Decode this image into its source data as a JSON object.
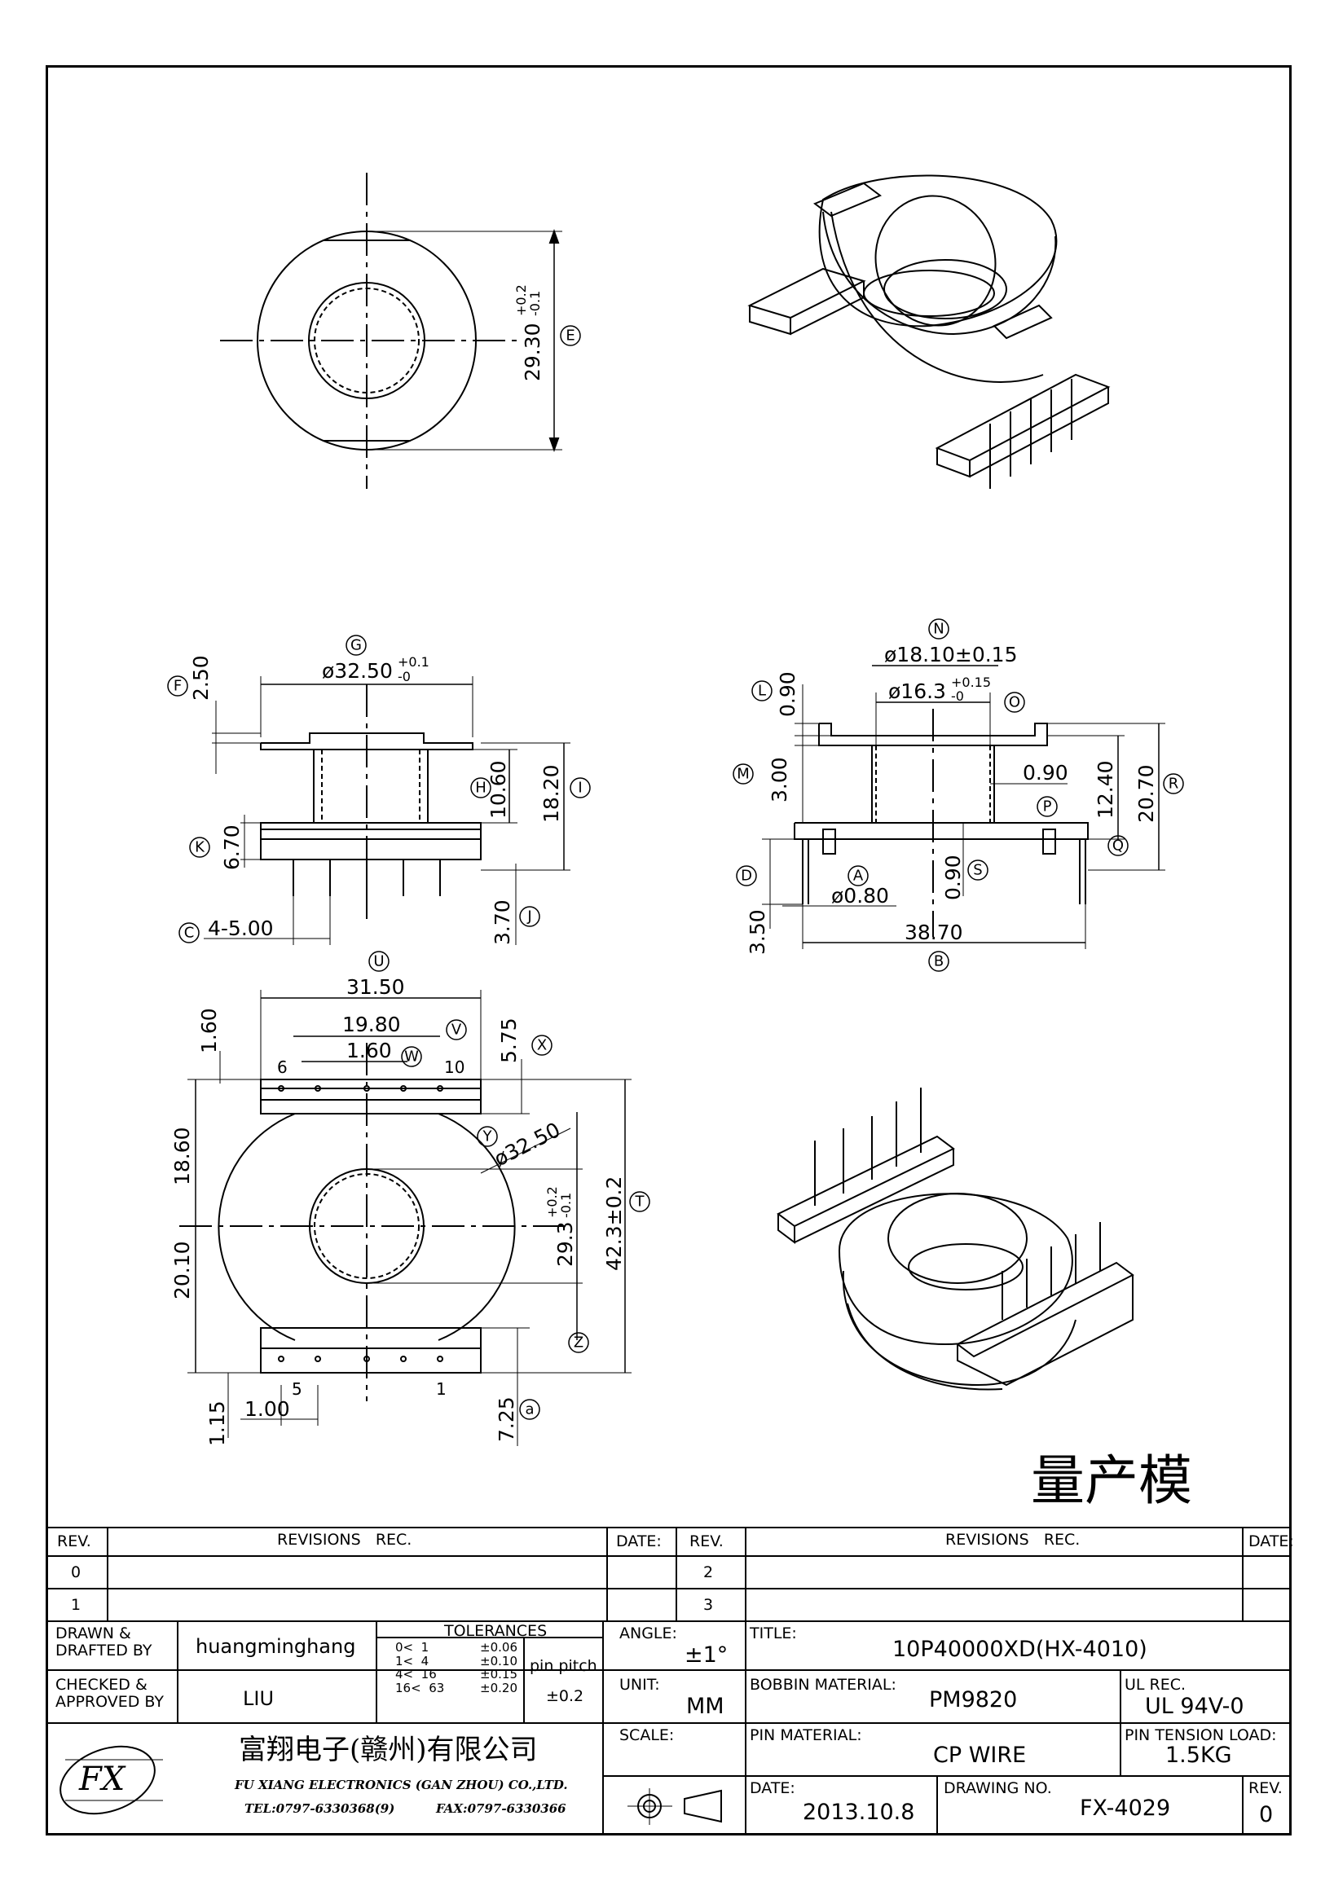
{
  "views": {
    "top": {
      "dim_E": "29.30",
      "dim_E_tol_plus": "+0.2",
      "dim_E_tol_minus": "-0.1",
      "circle_E": "E"
    },
    "front": {
      "dia_G": "ø32.50",
      "dia_G_tol_plus": "+0.1",
      "dia_G_tol_minus": "-0",
      "circle_F": "F",
      "dim_F": "2.50",
      "circle_G": "G",
      "dim_H": "10.60",
      "circle_H": "H",
      "dim_I": "18.20",
      "circle_I": "I",
      "dim_K": "6.70",
      "circle_K": "K",
      "dim_J": "3.70",
      "circle_J": "J",
      "pitch_C": "4-5.00",
      "circle_C": "C"
    },
    "side": {
      "circle_N": "N",
      "dia_N": "ø18.10±0.15",
      "dia_O": "ø16.3",
      "dia_O_tol_plus": "+0.15",
      "dia_O_tol_minus": "-0",
      "circle_O": "O",
      "dim_L": "0.90",
      "circle_L": "L",
      "dim_M": "3.00",
      "circle_M": "M",
      "dim_P": "0.90",
      "circle_P": "P",
      "dim_Q": "12.40",
      "circle_Q": "Q",
      "dim_R": "20.70",
      "circle_R": "R",
      "dim_S": "0.90",
      "circle_S": "S",
      "circle_A": "A",
      "dia_A": "ø0.80",
      "circle_D": "D",
      "dim_D": "3.50",
      "dim_B": "38.70",
      "circle_B": "B"
    },
    "bottom": {
      "circle_U": "U",
      "dim_U": "31.50",
      "dim_160": "1.60",
      "dim_V": "19.80",
      "circle_V": "V",
      "dim_W": "1.60",
      "circle_W": "W",
      "pin_6": "6",
      "pin_10": "10",
      "dim_X": "5.75",
      "circle_X": "X",
      "circle_Y": "Y",
      "dia_Y": "ø32.50",
      "dim_1860": "18.60",
      "dim_2010": "20.10",
      "dim_293": "29.3",
      "dim_293_tol_plus": "+0.2",
      "dim_293_tol_minus": "-0.1",
      "dim_T": "42.3±0.2",
      "circle_T": "T",
      "circle_Z": "Z",
      "pin_5": "5",
      "pin_1": "1",
      "dim_115": "1.15",
      "dim_100": "1.00",
      "dim_a": "7.25",
      "circle_a": "a"
    }
  },
  "stamp": "量产模",
  "title_block": {
    "rev_header": "REV.",
    "revisions_header": "REVISIONS   REC.",
    "date_header": "DATE:",
    "rev_rows_left": [
      "0",
      "1"
    ],
    "rev_rows_right": [
      "2",
      "3"
    ],
    "drawn_label": "DRAWN &\nDRAFTED BY",
    "drawn_value": "huangminghang",
    "checked_label": "CHECKED &\nAPPROVED BY",
    "checked_value": "LIU",
    "tolerances_header": "TOLERANCES",
    "tolerances": [
      {
        "range": "0<  1",
        "tol": "±0.06"
      },
      {
        "range": "1<  4",
        "tol": "±0.10"
      },
      {
        "range": "4<  16",
        "tol": "±0.15"
      },
      {
        "range": "16<  63",
        "tol": "±0.20"
      }
    ],
    "pin_pitch_label": "pin pitch",
    "pin_pitch_value": "±0.2",
    "angle_label": "ANGLE:",
    "angle_value": "±1°",
    "unit_label": "UNIT:",
    "unit_value": "MM",
    "scale_label": "SCALE:",
    "title_label": "TITLE:",
    "title_value": "10P40000XD(HX-4010)",
    "bobbin_material_label": "BOBBIN MATERIAL:",
    "bobbin_material_value": "PM9820",
    "ul_rec_label": "UL REC.",
    "ul_rec_value": "UL 94V-0",
    "pin_material_label": "PIN MATERIAL:",
    "pin_material_value": "CP WIRE",
    "pin_tension_label": "PIN TENSION LOAD:",
    "pin_tension_value": "1.5KG",
    "date_label": "DATE:",
    "date_value": "2013.10.8",
    "drawing_no_label": "DRAWING NO.",
    "drawing_no_value": "FX-4029",
    "rev_label": "REV.",
    "rev_value": "0",
    "company_cn": "富翔电子(赣州)有限公司",
    "company_en": "FU XIANG ELECTRONICS (GAN ZHOU) CO.,LTD.",
    "tel": "TEL:0797-6330368(9)",
    "fax": "FAX:0797-6330366",
    "logo_text": "FX"
  }
}
